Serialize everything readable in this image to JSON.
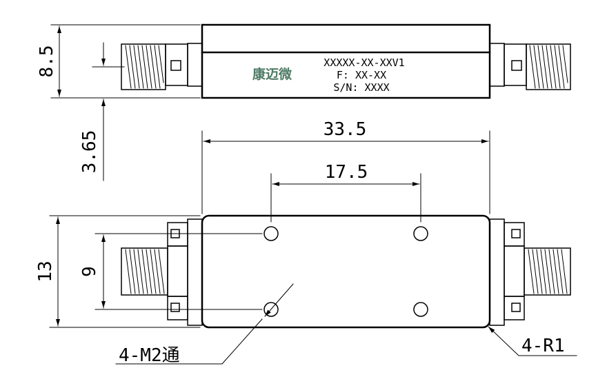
{
  "label": {
    "model": "XXXXX-XX-XXV1",
    "freq": "F: XX-XX",
    "serial": "S/N: XXXX",
    "brand": "康迈微"
  },
  "dimensions": {
    "height_side": "8.5",
    "connector_offset": "3.65",
    "body_length": "33.5",
    "hole_spacing_x": "17.5",
    "body_width": "13",
    "hole_spacing_y": "9"
  },
  "callouts": {
    "holes": "4-M2通",
    "corner_radius": "4-R1"
  }
}
